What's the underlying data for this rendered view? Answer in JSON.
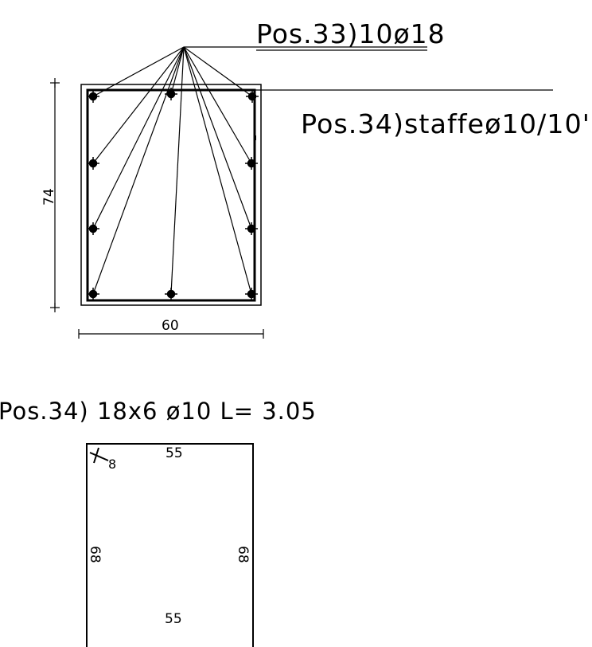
{
  "section": {
    "pos33_label": "Pos.33)10ø18",
    "pos34_label": "Pos.34)staffeø10/10'",
    "dim_height": "74",
    "dim_width": "60"
  },
  "stirrup": {
    "title": "Pos.34) 18x6 ø10 L= 3.05",
    "hook": "8",
    "top": "55",
    "bottom": "55",
    "left": "68",
    "right": "68"
  }
}
